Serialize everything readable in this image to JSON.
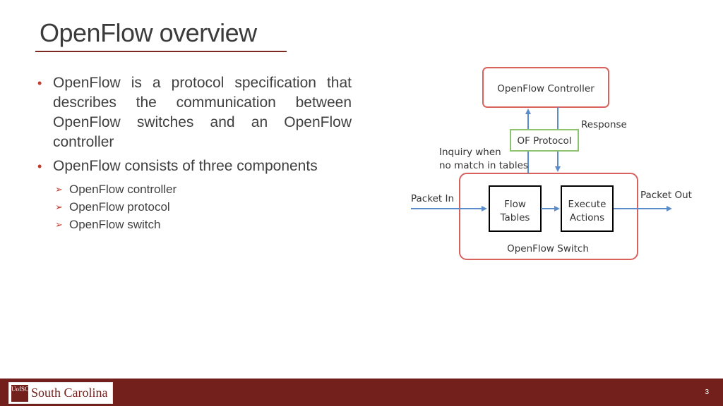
{
  "slide": {
    "title": "OpenFlow overview",
    "page_number": "3"
  },
  "bullets": [
    {
      "text": "OpenFlow is a protocol specification that describes the communication between OpenFlow switches and an OpenFlow controller",
      "sub": []
    },
    {
      "text": "OpenFlow consists of three components",
      "sub": [
        "OpenFlow controller",
        "OpenFlow protocol",
        "OpenFlow switch"
      ]
    }
  ],
  "diagram": {
    "controller_label": "OpenFlow Controller",
    "protocol_label": "OF Protocol",
    "response_label": "Response",
    "inquiry_line1": "Inquiry when",
    "inquiry_line2": "no match in tables",
    "packet_in_label": "Packet In",
    "packet_out_label": "Packet Out",
    "flow_tables_line1": "Flow",
    "flow_tables_line2": "Tables",
    "execute_line1": "Execute",
    "execute_line2": "Actions",
    "switch_label": "OpenFlow Switch",
    "colors": {
      "red_border": "#d9625f",
      "green_border": "#8dc26f",
      "blue_arrow": "#5b8bc9",
      "box_border": "#000000"
    }
  },
  "footer": {
    "logo_seal_line1": "UofSC",
    "logo_text": "South Carolina",
    "background_color": "#731f1b"
  }
}
